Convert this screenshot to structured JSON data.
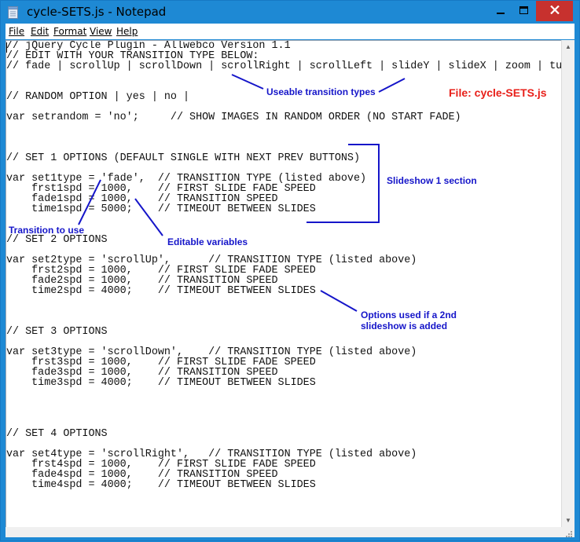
{
  "window": {
    "title": "cycle-SETS.js - Notepad",
    "app_icon": "notepad-icon",
    "controls": [
      "minimize-icon",
      "maximize-icon",
      "close-icon"
    ]
  },
  "menubar": {
    "items": [
      {
        "label": "File"
      },
      {
        "label": "Edit"
      },
      {
        "label": "Format"
      },
      {
        "label": "View"
      },
      {
        "label": "Help"
      }
    ]
  },
  "editor": {
    "text": "// jQuery Cycle Plugin - Allwebco Version 1.1\n// EDIT WITH YOUR TRANSITION TYPE BELOW:\n// fade | scrollUp | scrollDown | scrollRight | scrollLeft | slideY | slideX | zoom | turnDown\n\n\n// RANDOM OPTION | yes | no |\n\nvar setrandom = 'no';     // SHOW IMAGES IN RANDOM ORDER (NO START FADE)\n\n\n\n// SET 1 OPTIONS (DEFAULT SINGLE WITH NEXT PREV BUTTONS)\n\nvar set1type = 'fade',  // TRANSITION TYPE (listed above)\n    frst1spd = 1000,    // FIRST SLIDE FADE SPEED\n    fade1spd = 1000,    // TRANSITION SPEED\n    time1spd = 5000;    // TIMEOUT BETWEEN SLIDES\n\n\n// SET 2 OPTIONS\n\nvar set2type = 'scrollUp',      // TRANSITION TYPE (listed above)\n    frst2spd = 1000,    // FIRST SLIDE FADE SPEED\n    fade2spd = 1000,    // TRANSITION SPEED\n    time2spd = 4000;    // TIMEOUT BETWEEN SLIDES\n\n\n\n// SET 3 OPTIONS\n\nvar set3type = 'scrollDown',    // TRANSITION TYPE (listed above)\n    frst3spd = 1000,    // FIRST SLIDE FADE SPEED\n    fade3spd = 1000,    // TRANSITION SPEED\n    time3spd = 4000;    // TIMEOUT BETWEEN SLIDES\n\n\n\n\n// SET 4 OPTIONS\n\nvar set4type = 'scrollRight',   // TRANSITION TYPE (listed above)\n    frst4spd = 1000,    // FIRST SLIDE FADE SPEED\n    fade4spd = 1000,    // TRANSITION SPEED\n    time4spd = 4000;    // TIMEOUT BETWEEN SLIDES"
  },
  "annotations": {
    "transition_types": "Useable transition types",
    "file_label": "File: cycle-SETS.js",
    "slideshow1": "Slideshow 1 section",
    "transition_to_use": "Transition to use",
    "editable_vars": "Editable variables",
    "options_line1": "Options used if a 2nd",
    "options_line2": "slideshow is added",
    "text_color": "#1515c9",
    "file_label_color": "#e8201a"
  }
}
